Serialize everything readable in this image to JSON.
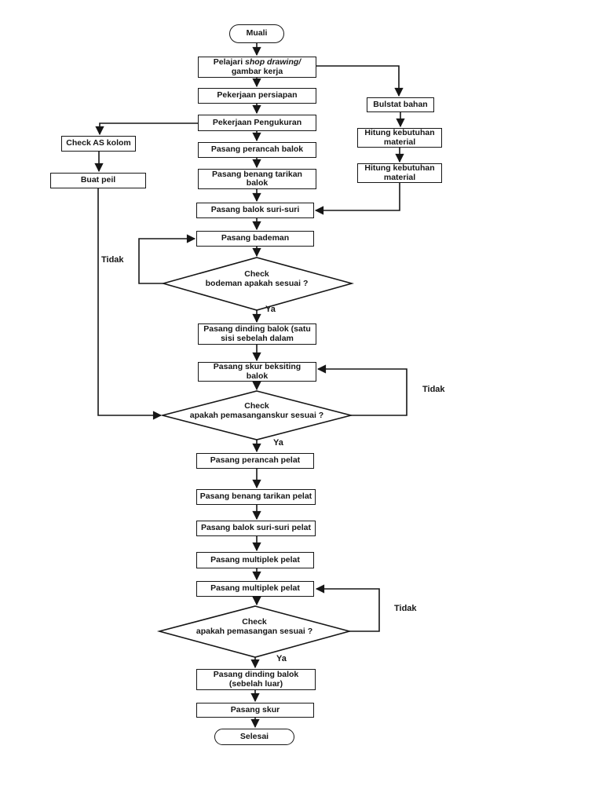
{
  "flowchart": {
    "nodes": {
      "start": {
        "label": "Muali"
      },
      "study": {
        "prefix": "Pelajari ",
        "italic": "shop drawing/",
        "line2": "gambar kerja"
      },
      "persiapan": {
        "lines": [
          "Pekerjaan persiapan"
        ]
      },
      "pengukuran": {
        "lines": [
          "Pekerjaan Pengukuran"
        ]
      },
      "perancah_balok": {
        "lines": [
          "Pasang perancah balok"
        ]
      },
      "benang_balok": {
        "lines": [
          "Pasang benang tarikan",
          "balok"
        ]
      },
      "suri_balok": {
        "lines": [
          "Pasang balok suri-suri"
        ]
      },
      "bademan": {
        "lines": [
          "Pasang bademan"
        ]
      },
      "decision1": {
        "lines": [
          "Check",
          "bodeman apakah sesuai ?"
        ]
      },
      "dinding_dalam": {
        "lines": [
          "Pasang dinding balok (satu",
          "sisi sebelah dalam"
        ]
      },
      "skur_beksiting": {
        "lines": [
          "Pasang skur beksiting",
          "balok"
        ]
      },
      "decision2": {
        "lines": [
          "Check",
          "apakah pemasanganskur sesuai ?"
        ]
      },
      "perancah_pelat": {
        "lines": [
          "Pasang perancah pelat"
        ]
      },
      "benang_pelat": {
        "lines": [
          "Pasang benang tarikan pelat"
        ]
      },
      "suri_pelat": {
        "lines": [
          "Pasang balok suri-suri pelat"
        ]
      },
      "multiplek1": {
        "lines": [
          "Pasang multiplek pelat"
        ]
      },
      "multiplek2": {
        "lines": [
          "Pasang multiplek pelat"
        ]
      },
      "decision3": {
        "lines": [
          "Check",
          "apakah pemasangan sesuai ?"
        ]
      },
      "dinding_luar": {
        "lines": [
          "Pasang dinding balok",
          "(sebelah luar)"
        ]
      },
      "skur": {
        "lines": [
          "Pasang skur"
        ]
      },
      "end": {
        "label": "Selesai"
      },
      "bulstat": {
        "lines": [
          "Bulstat bahan"
        ]
      },
      "hitung1": {
        "lines": [
          "Hitung kebutuhan",
          "material"
        ]
      },
      "hitung2": {
        "lines": [
          "Hitung kebutuhan",
          "material"
        ]
      },
      "check_as": {
        "lines": [
          "Check AS kolom"
        ]
      },
      "buat_peil": {
        "lines": [
          "Buat peil"
        ]
      }
    },
    "labels": {
      "ya": "Ya",
      "tidak": "Tidak"
    },
    "colors": {
      "line": "#161616",
      "box_fill": "#ffffff",
      "background": "#ffffff"
    }
  }
}
